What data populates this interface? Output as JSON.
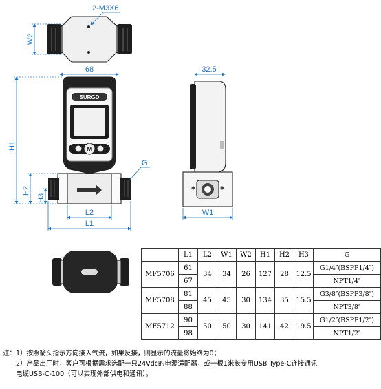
{
  "dims": {
    "thread": "2-M3X6",
    "w2": "W2",
    "width_68": "68",
    "depth_32_5": "32.5",
    "h1": "H1",
    "h2": "H2",
    "h3": "H3",
    "g": "G",
    "l1": "L1",
    "l2": "L2",
    "w1": "W1"
  },
  "device": {
    "brand": "SURGD",
    "button_label": "M"
  },
  "table": {
    "headers": [
      "L1",
      "L2",
      "W1",
      "W2",
      "H1",
      "H2",
      "H3",
      "G"
    ],
    "models": [
      {
        "model": "MF5706",
        "l1a": "61",
        "l1b": "67",
        "l2": "34",
        "w1": "34",
        "w2": "26",
        "h1": "127",
        "h2": "28",
        "h3": "12.5",
        "ga": "G1/4″(BSPP1/4″)",
        "gb": "NPT1/4″"
      },
      {
        "model": "MF5708",
        "l1a": "81",
        "l1b": "88",
        "l2": "45",
        "w1": "45",
        "w2": "30",
        "h1": "134",
        "h2": "35",
        "h3": "15.5",
        "ga": "G3/8″(BSPP3/8″)",
        "gb": "NPT3/8″"
      },
      {
        "model": "MF5712",
        "l1a": "90",
        "l1b": "98",
        "l2": "50",
        "w1": "50",
        "w2": "30",
        "h1": "141",
        "h2": "42",
        "h3": "19.5",
        "ga": "G1/2″(BSPP1/2″)",
        "gb": "NPT1/2″"
      }
    ]
  },
  "notes": {
    "n1": "注：1）按照箭头指示方向接入气流，如果反接，则显示的流量将始终为0；",
    "n2": "　　2）产品出厂时，客户可根据需求选配一只24Vdc的电源适配器，或一根1米长专用USB Type-C连接通讯",
    "n3": "　　电缆USB-C-100（可以实现外部供电和通讯）。"
  }
}
